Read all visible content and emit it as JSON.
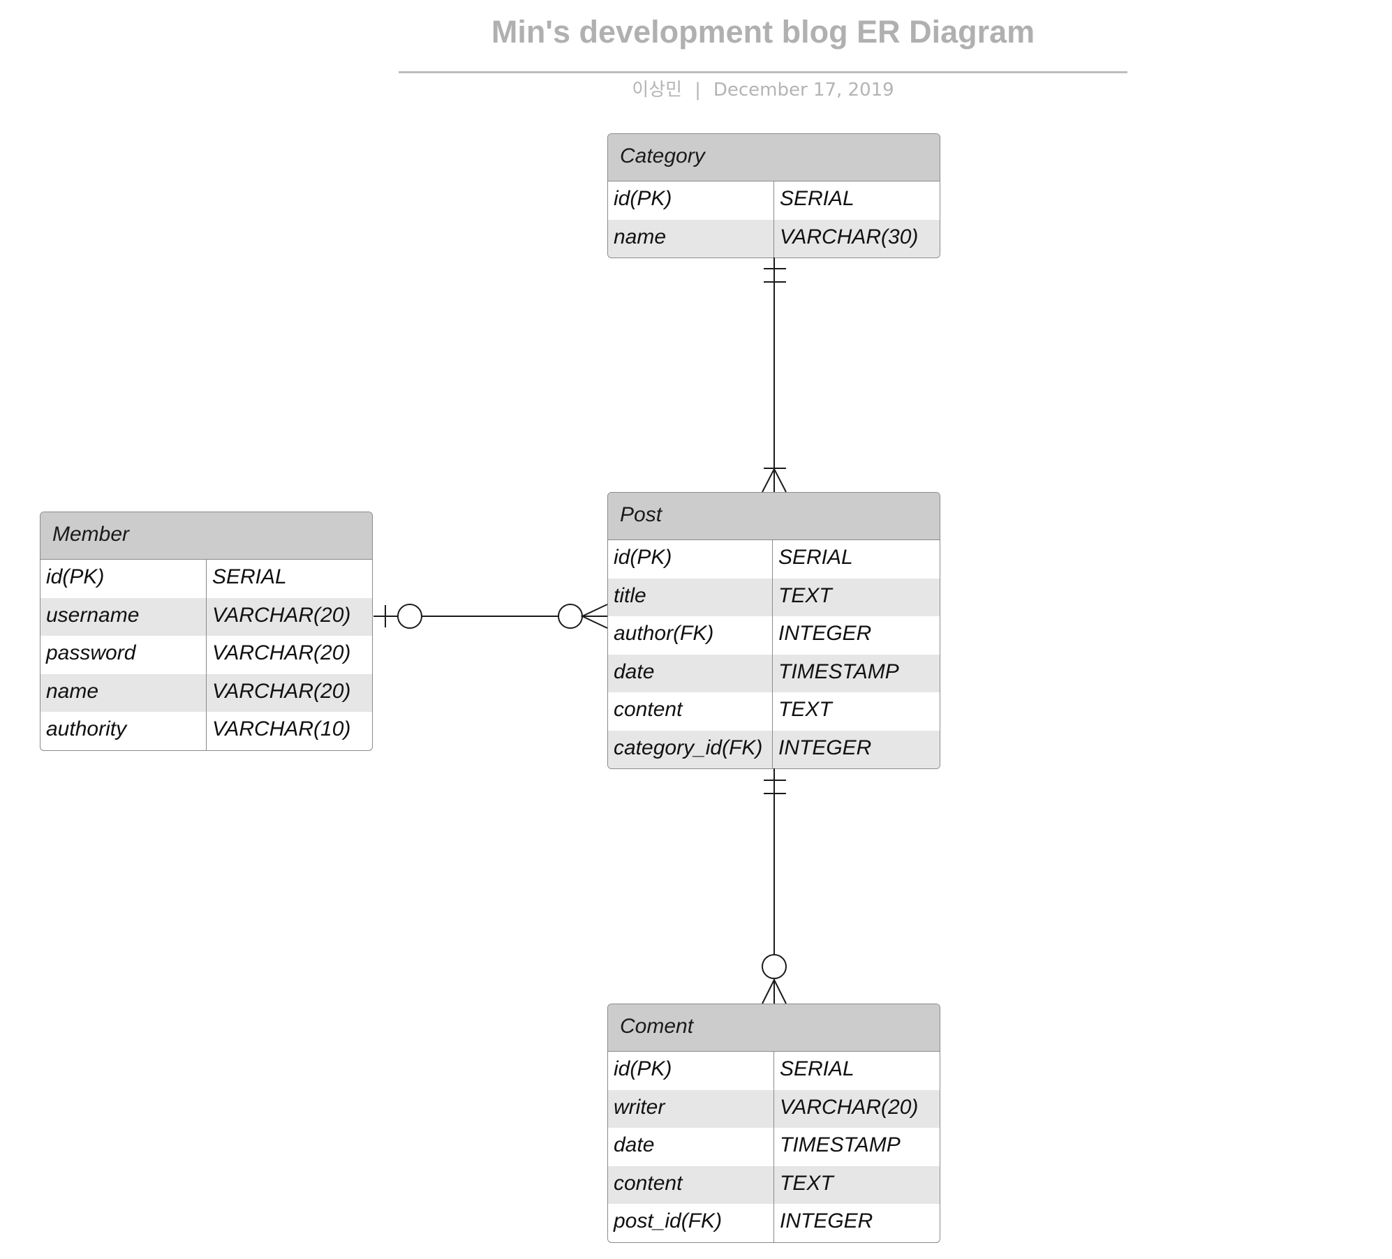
{
  "header": {
    "title": "Min's development blog ER Diagram",
    "author": "이상민",
    "separator": "|",
    "date": "December 17, 2019"
  },
  "entities": {
    "category": {
      "name": "Category",
      "rows": [
        {
          "field": "id(PK)",
          "type": "SERIAL"
        },
        {
          "field": "name",
          "type": "VARCHAR(30)"
        }
      ]
    },
    "post": {
      "name": "Post",
      "rows": [
        {
          "field": "id(PK)",
          "type": "SERIAL"
        },
        {
          "field": "title",
          "type": "TEXT"
        },
        {
          "field": "author(FK)",
          "type": "INTEGER"
        },
        {
          "field": "date",
          "type": "TIMESTAMP"
        },
        {
          "field": "content",
          "type": "TEXT"
        },
        {
          "field": "category_id(FK)",
          "type": "INTEGER"
        }
      ]
    },
    "member": {
      "name": "Member",
      "rows": [
        {
          "field": "id(PK)",
          "type": "SERIAL"
        },
        {
          "field": "username",
          "type": "VARCHAR(20)"
        },
        {
          "field": "password",
          "type": "VARCHAR(20)"
        },
        {
          "field": "name",
          "type": "VARCHAR(20)"
        },
        {
          "field": "authority",
          "type": "VARCHAR(10)"
        }
      ]
    },
    "coment": {
      "name": "Coment",
      "rows": [
        {
          "field": "id(PK)",
          "type": "SERIAL"
        },
        {
          "field": "writer",
          "type": "VARCHAR(20)"
        },
        {
          "field": "date",
          "type": "TIMESTAMP"
        },
        {
          "field": "content",
          "type": "TEXT"
        },
        {
          "field": "post_id(FK)",
          "type": "INTEGER"
        }
      ]
    }
  },
  "relationships": [
    {
      "from": "Category",
      "to": "Post",
      "from_cardinality": "one-and-only-one",
      "to_cardinality": "one-or-many"
    },
    {
      "from": "Member",
      "to": "Post",
      "from_cardinality": "zero-or-one",
      "to_cardinality": "zero-or-many"
    },
    {
      "from": "Post",
      "to": "Coment",
      "from_cardinality": "one-and-only-one",
      "to_cardinality": "zero-or-many"
    }
  ]
}
